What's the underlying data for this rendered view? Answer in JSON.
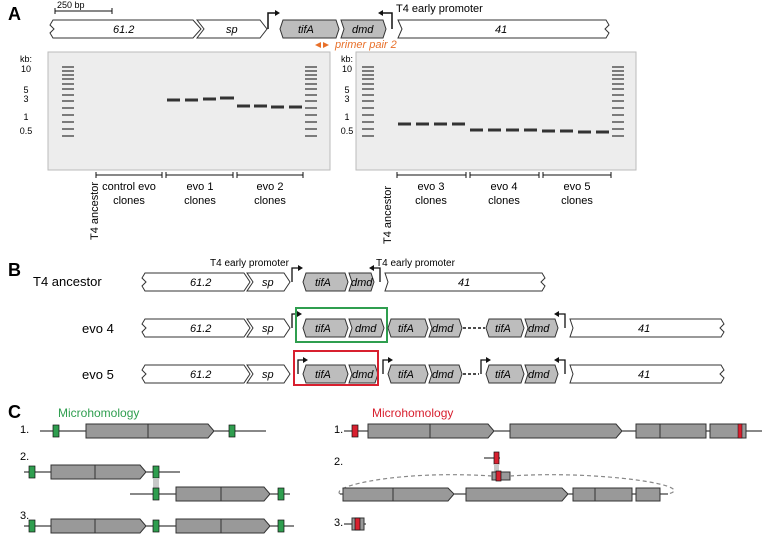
{
  "panels": {
    "a": "A",
    "b": "B",
    "c": "C"
  },
  "panelA": {
    "scalebar": "250 bp",
    "promoter": "T4 early promoter",
    "genes": {
      "g612": "61.2",
      "sp": "sp",
      "tifA": "tifA",
      "dmd": "dmd",
      "g41": "41"
    },
    "primer": "primer pair 2",
    "kb_title": "kb:",
    "kb_ticks": [
      "10",
      "5",
      "3",
      "1",
      "0.5"
    ],
    "kb_title_right": "kb:",
    "kb_ticks_right": [
      "10",
      "5",
      "3",
      "1",
      "0.5"
    ],
    "left_labels": {
      "ancestor": "T4 ancestor",
      "control": "control evo clones",
      "control_1": "control evo",
      "control_2": "clones",
      "evo1_1": "evo 1",
      "evo1_2": "clones",
      "evo2_1": "evo 2",
      "evo2_2": "clones"
    },
    "right_labels": {
      "ancestor": "T4 ancestor",
      "evo3_1": "evo 3",
      "evo3_2": "clones",
      "evo4_1": "evo 4",
      "evo4_2": "clones",
      "evo5_1": "evo 5",
      "evo5_2": "clones"
    }
  },
  "panelB": {
    "rows": [
      "T4 ancestor",
      "evo 4",
      "evo 5"
    ],
    "promoter_left": "T4 early promoter",
    "promoter_right": "T4 early promoter",
    "genes": {
      "g612": "61.2",
      "sp": "sp",
      "tifA": "tifA",
      "dmd": "dmd",
      "g41": "41"
    }
  },
  "panelC": {
    "left_title": "Microhomology",
    "right_title": "Microhomology",
    "steps": [
      "1.",
      "2.",
      "3."
    ],
    "colors": {
      "green": "#2f9e4f",
      "red": "#d8202f",
      "gray": "#999999"
    }
  }
}
